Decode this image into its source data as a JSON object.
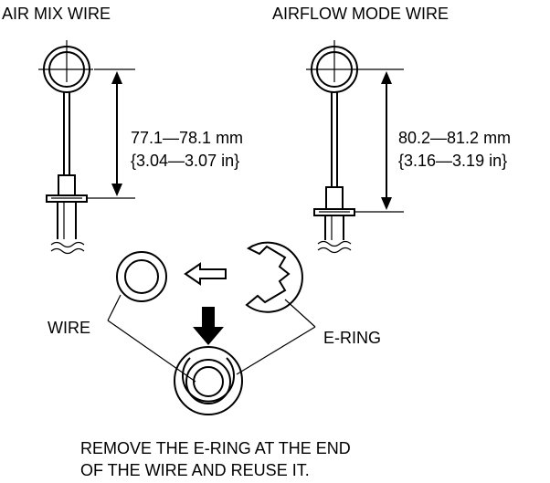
{
  "labels": {
    "air_mix_title": "AIR MIX WIRE",
    "airflow_mode_title": "AIRFLOW MODE WIRE",
    "air_mix_dim_mm": "77.1—78.1 mm",
    "air_mix_dim_in": "{3.04—3.07 in}",
    "airflow_dim_mm": "80.2—81.2 mm",
    "airflow_dim_in": "{3.16—3.19 in}",
    "wire": "WIRE",
    "e_ring": "E-RING",
    "note_line1": "REMOVE THE E-RING AT THE END",
    "note_line2": "OF THE WIRE AND REUSE IT."
  },
  "colors": {
    "ink": "#000000",
    "paper": "#ffffff"
  }
}
